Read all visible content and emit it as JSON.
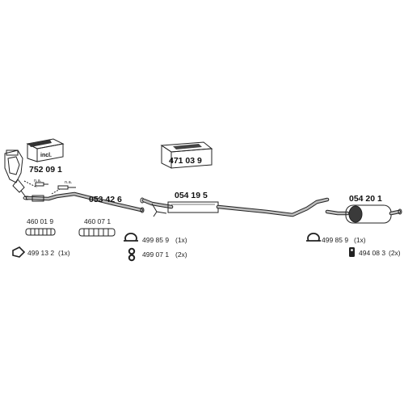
{
  "parts": {
    "kit": {
      "number": "752 09 1",
      "box_label": "incl."
    },
    "mounting_kit": {
      "number": "471 03 9"
    },
    "front_pipe": {
      "number": "053 42 6"
    },
    "middle_silencer": {
      "number": "054 19 5"
    },
    "rear_silencer": {
      "number": "054 20 1"
    },
    "sensor_note_1": {
      "label": "n.a."
    },
    "sensor_note_2": {
      "label": "n.a."
    },
    "flex_pipe_1": {
      "number": "460 01 9"
    },
    "flex_pipe_2": {
      "number": "460 07 1"
    }
  },
  "accessories": {
    "gasket": {
      "number": "499 13 2",
      "qty": "(1x)",
      "icon": "gasket-icon"
    },
    "clamp_middle": {
      "number": "499 85 9",
      "qty": "(1x)",
      "icon": "clamp-icon"
    },
    "rubber_middle": {
      "number": "499 07 1",
      "qty": "(2x)",
      "icon": "rubber-hanger-icon"
    },
    "clamp_rear": {
      "number": "499 85 9",
      "qty": "(1x)",
      "icon": "clamp-icon"
    },
    "rubber_rear": {
      "number": "494 08 3",
      "qty": "(2x)",
      "icon": "rubber-mount-icon"
    }
  }
}
